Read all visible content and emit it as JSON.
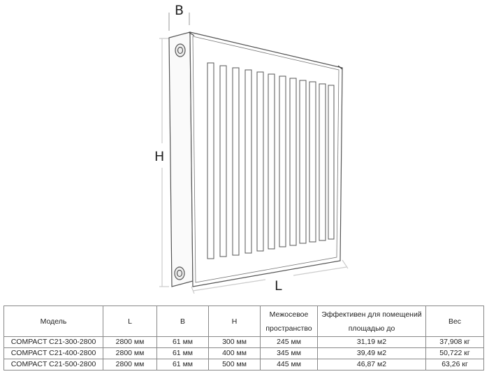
{
  "diagram": {
    "labels": {
      "width_label": "B",
      "height_label": "H",
      "length_label": "L"
    },
    "fin_count": 12
  },
  "table": {
    "headers": {
      "model": "Модель",
      "length": "L",
      "depth": "B",
      "height": "H",
      "spacing_line1": "Межосевое",
      "spacing_line2": "пространство",
      "area_line1": "Эффективен для помещений",
      "area_line2": "площадью до",
      "weight": "Вес"
    },
    "rows": [
      {
        "model": "COMPACT C21-300-2800",
        "length": "2800 мм",
        "depth": "61 мм",
        "height": "300 мм",
        "spacing": "245 мм",
        "area": "31,19 м2",
        "weight": "37,908 кг"
      },
      {
        "model": "COMPACT C21-400-2800",
        "length": "2800 мм",
        "depth": "61 мм",
        "height": "400 мм",
        "spacing": "345 мм",
        "area": "39,49 м2",
        "weight": "50,722 кг"
      },
      {
        "model": "COMPACT C21-500-2800",
        "length": "2800 мм",
        "depth": "61 мм",
        "height": "500 мм",
        "spacing": "445 мм",
        "area": "46,87 м2",
        "weight": "63,26 кг"
      }
    ]
  }
}
